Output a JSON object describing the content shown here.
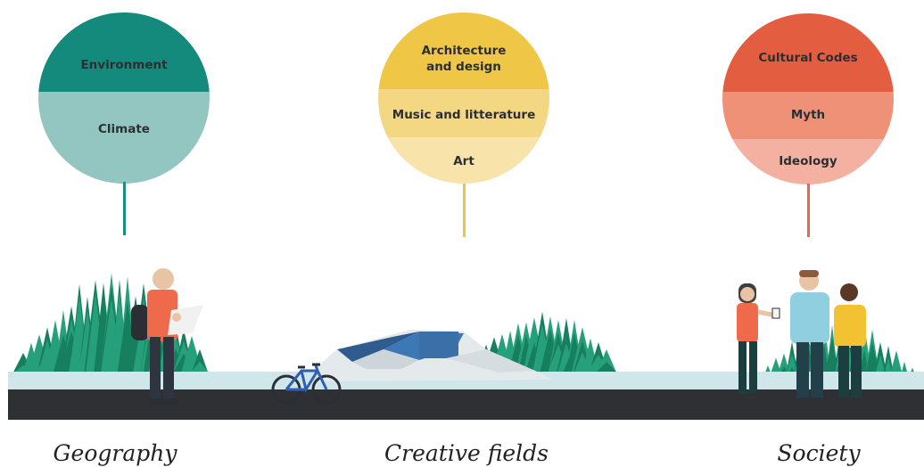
{
  "pillars": [
    {
      "id": "geography",
      "label": "Geography",
      "stem_color": "#1a8e80",
      "layers": [
        {
          "lines": [
            "Environment"
          ],
          "color": "#138a7c"
        },
        {
          "lines": [
            "Climate"
          ],
          "color": "#94c6c1"
        }
      ]
    },
    {
      "id": "creative",
      "label": "Creative fields",
      "stem_color": "#ecc44a",
      "layers": [
        {
          "lines": [
            "Architecture",
            "and design"
          ],
          "color": "#efc646"
        },
        {
          "lines": [
            "Music and litterature"
          ],
          "color": "#f4d783"
        },
        {
          "lines": [
            "Art"
          ],
          "color": "#f8e3aa"
        }
      ]
    },
    {
      "id": "society",
      "label": "Society",
      "stem_color": "#e36a4c",
      "layers": [
        {
          "lines": [
            "Cultural Codes"
          ],
          "color": "#e35d40"
        },
        {
          "lines": [
            "Myth"
          ],
          "color": "#ef9177"
        },
        {
          "lines": [
            "Ideology"
          ],
          "color": "#f4b1a2"
        }
      ]
    }
  ],
  "colors": {
    "road": "#2e3033",
    "ground": "#cfe7ea",
    "tree_dark": "#177f5e",
    "tree_light": "#26a07a"
  }
}
